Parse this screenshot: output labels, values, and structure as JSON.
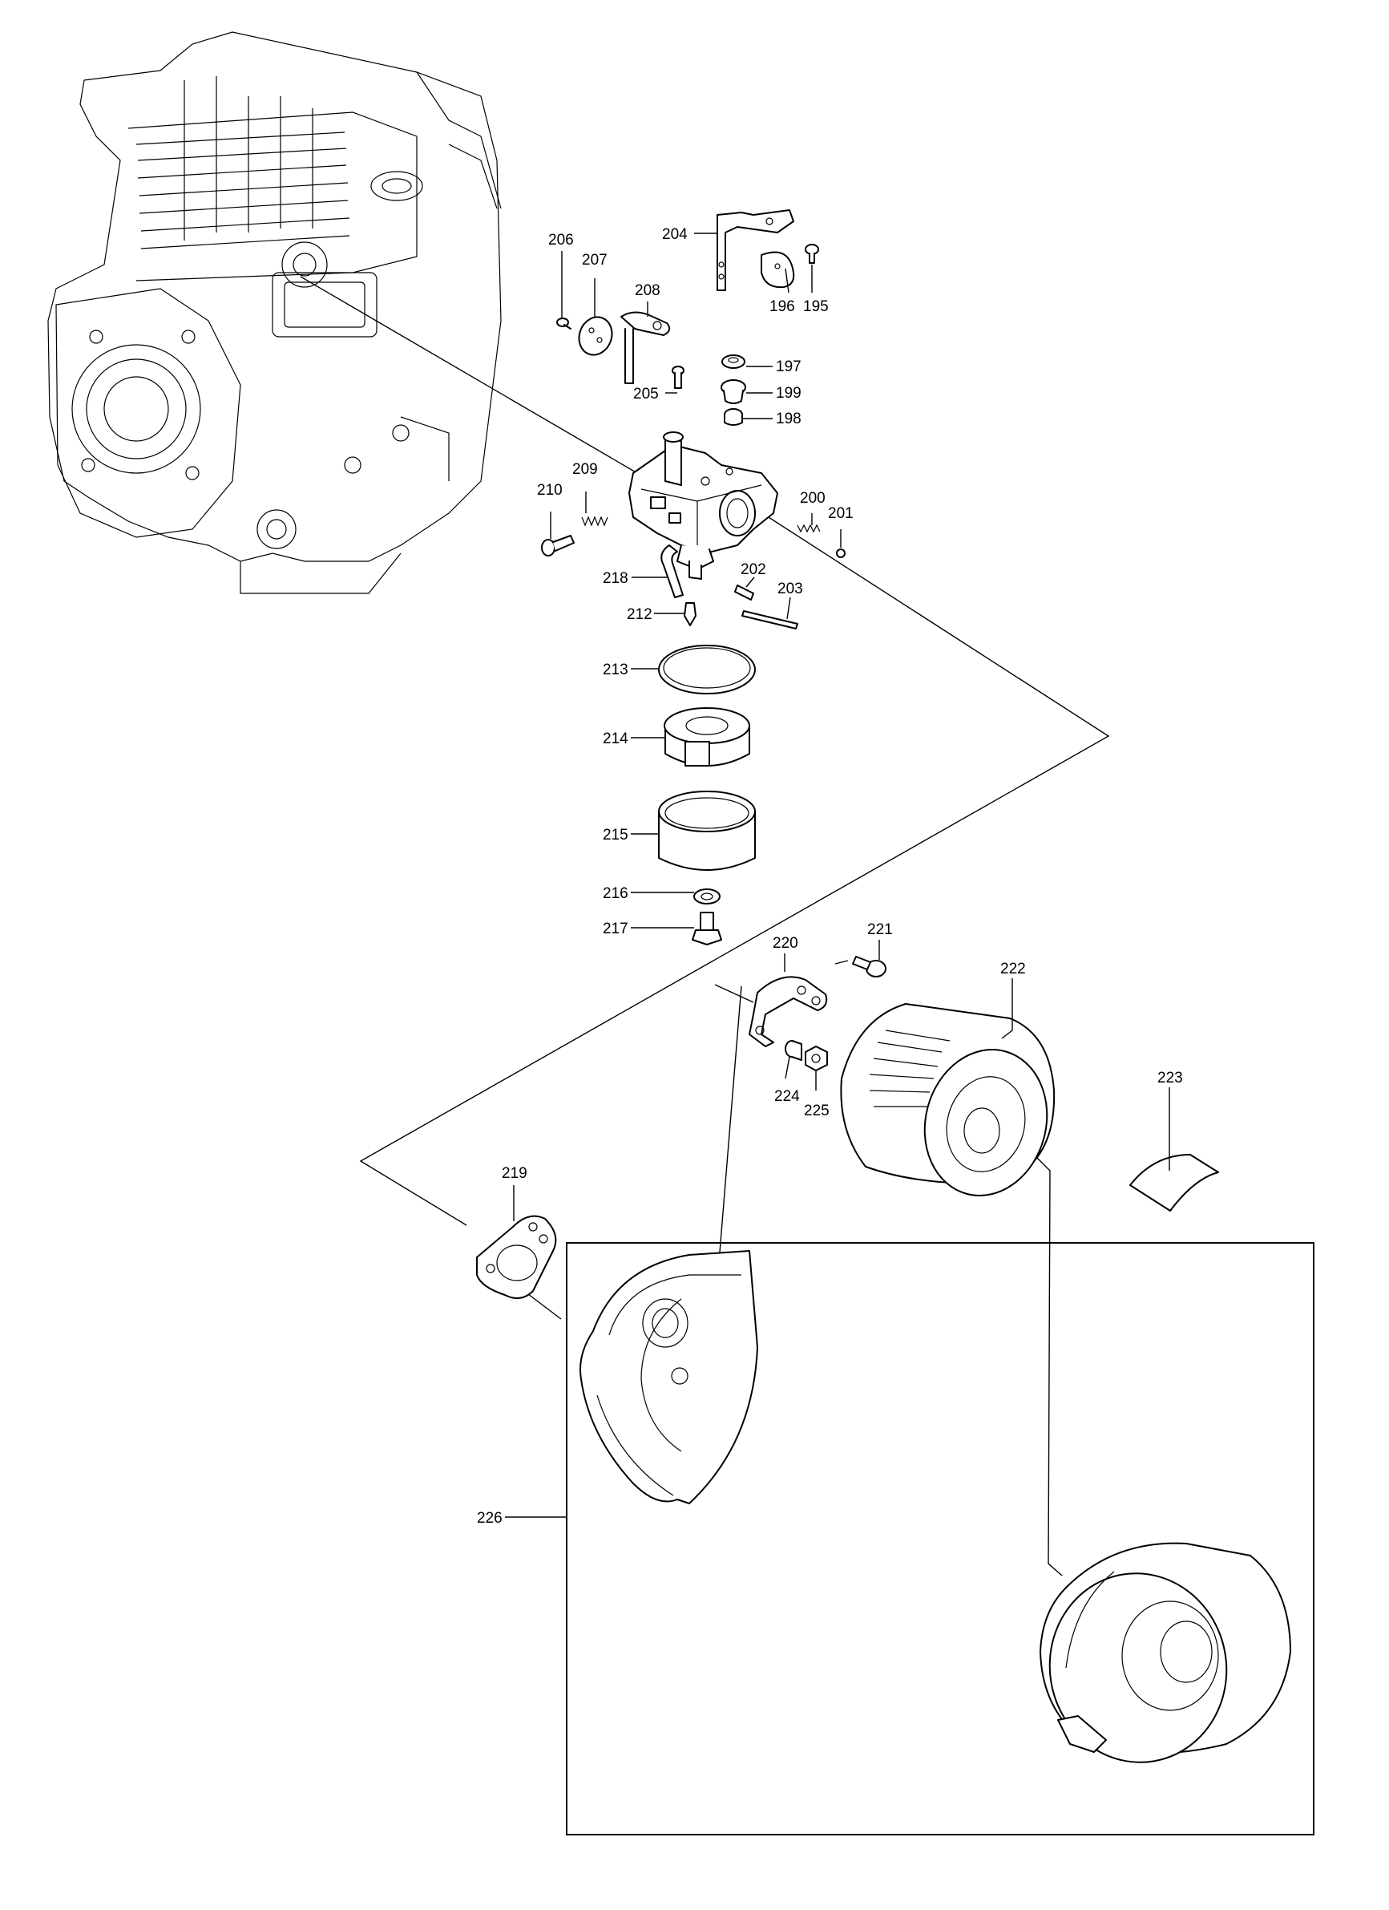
{
  "callouts": {
    "p195": "195",
    "p196": "196",
    "p197": "197",
    "p198": "198",
    "p199": "199",
    "p200": "200",
    "p201": "201",
    "p202": "202",
    "p203": "203",
    "p204": "204",
    "p205": "205",
    "p206": "206",
    "p207": "207",
    "p208": "208",
    "p209": "209",
    "p210": "210",
    "p212": "212",
    "p213": "213",
    "p214": "214",
    "p215": "215",
    "p216": "216",
    "p217": "217",
    "p218": "218",
    "p219": "219",
    "p220": "220",
    "p221": "221",
    "p222": "222",
    "p223": "223",
    "p224": "224",
    "p225": "225",
    "p226": "226"
  }
}
